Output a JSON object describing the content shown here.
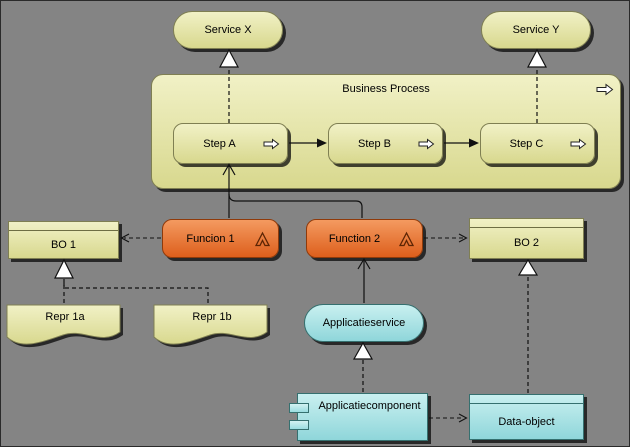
{
  "nodes": {
    "service_x": {
      "label": "Service X",
      "type": "business-service"
    },
    "service_y": {
      "label": "Service Y",
      "type": "business-service"
    },
    "business_process": {
      "label": "Business Process",
      "type": "business-process"
    },
    "step_a": {
      "label": "Step A",
      "type": "business-process-step"
    },
    "step_b": {
      "label": "Step B",
      "type": "business-process-step"
    },
    "step_c": {
      "label": "Step C",
      "type": "business-process-step"
    },
    "bo_1": {
      "label": "BO 1",
      "type": "business-object"
    },
    "funcion_1": {
      "label": "Funcion 1",
      "type": "business-function"
    },
    "function_2": {
      "label": "Function 2",
      "type": "business-function"
    },
    "bo_2": {
      "label": "BO 2",
      "type": "business-object"
    },
    "repr_1a": {
      "label": "Repr 1a",
      "type": "representation"
    },
    "repr_1b": {
      "label": "Repr 1b",
      "type": "representation"
    },
    "applicatieservice": {
      "label": "Applicatieservice",
      "type": "application-service"
    },
    "applicatiecomponent": {
      "label": "Applicatiecomponent",
      "type": "application-component"
    },
    "data_object": {
      "label": "Data-object",
      "type": "data-object"
    }
  },
  "relations": [
    "Step A realizes Service X (dashed, hollow triangle)",
    "Step C realizes Service Y (dashed, hollow triangle)",
    "Step A triggers Step B (solid, filled arrow)",
    "Step B triggers Step C (solid, filled arrow)",
    "Funcion 1 serves Step A (solid, open arrow)",
    "Function 2 serves Step A (solid, open arrow)",
    "Funcion 1 accesses BO 1 (dashed, open arrow)",
    "Function 2 accesses BO 2 (dashed, open arrow)",
    "Repr 1a realizes BO 1 (dashed, hollow triangle)",
    "Repr 1b realizes BO 1 (dashed, hollow triangle)",
    "Applicatieservice serves Function 2 (solid, open arrow)",
    "Applicatiecomponent realizes Applicatieservice (dashed, hollow triangle)",
    "Applicatiecomponent accesses Data-object (dashed, open arrow)",
    "Data-object realizes BO 2 (dashed, hollow triangle)"
  ],
  "colors": {
    "background": "#848484",
    "business_fill_top": "#f1f1c6",
    "business_fill_bottom": "#d8d88e",
    "business_border": "#7f7f52",
    "function_fill_top": "#f49a60",
    "function_fill_bottom": "#dd5f1c",
    "function_border": "#8f3a0a",
    "application_fill_top": "#c9f0f0",
    "application_fill_bottom": "#8fd6da",
    "application_border": "#35706f",
    "line": "#111111",
    "shadow": "#0a0a0a"
  }
}
